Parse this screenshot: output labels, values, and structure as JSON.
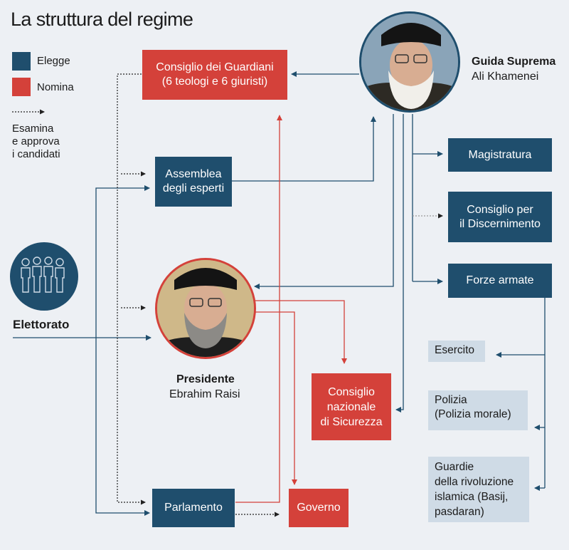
{
  "title": "La struttura del regime",
  "legend": {
    "elegge": "Elegge",
    "nomina": "Nomina",
    "esamina_lines": [
      "Esamina",
      "e approva",
      "i candidati"
    ]
  },
  "colors": {
    "elegge": "#1f4e6d",
    "nomina": "#d4413a",
    "light_box": "#cfdbe6"
  },
  "guida": {
    "role": "Guida Suprema",
    "name": "Ali Khamenei"
  },
  "presidente": {
    "role": "Presidente",
    "name": "Ebrahim Raisi"
  },
  "elettorato": {
    "label": "Elettorato"
  },
  "boxes": {
    "consiglio_guardiani": [
      "Consiglio dei Guardiani",
      "(6 teologi e 6 giuristi)"
    ],
    "assemblea": [
      "Assemblea",
      "degli esperti"
    ],
    "magistratura": "Magistratura",
    "discernimento": [
      "Consiglio per",
      "il Discernimento"
    ],
    "forze_armate": "Forze armate",
    "consiglio_sicurezza": [
      "Consiglio",
      "nazionale",
      "di Sicurezza"
    ],
    "parlamento": "Parlamento",
    "governo": "Governo",
    "esercito": "Esercito",
    "polizia": [
      "Polizia",
      "(Polizia morale)"
    ],
    "guardie": [
      "Guardie",
      "della rivoluzione",
      "islamica (Basij,",
      "pasdaran)"
    ]
  }
}
